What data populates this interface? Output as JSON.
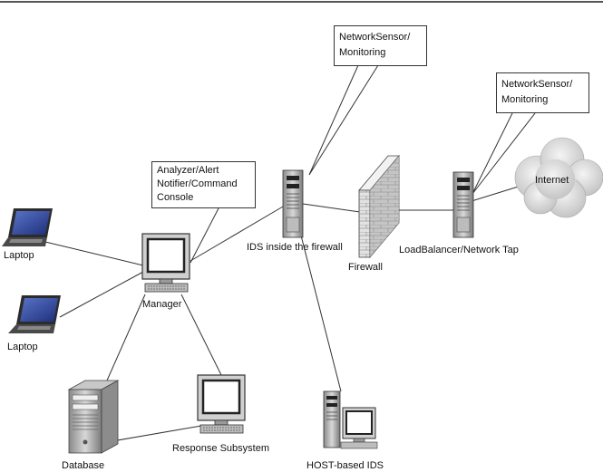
{
  "nodes": {
    "laptop_1": "Laptop",
    "laptop_2": "Laptop",
    "manager": "Manager",
    "database": "Database",
    "response_subsystem": "Response Subsystem",
    "host_ids": "HOST-based IDS",
    "ids_firewall": "IDS inside the firewall",
    "firewall": "Firewall",
    "load_balancer": "LoadBalancer/Network Tap",
    "internet": "Internet"
  },
  "callouts": {
    "analyzer": [
      "Analyzer/Alert",
      "Notifier/Command",
      "Console"
    ],
    "sensor_1": [
      "NetworkSensor/",
      "Monitoring"
    ],
    "sensor_2": [
      "NetworkSensor/",
      "Monitoring"
    ]
  }
}
